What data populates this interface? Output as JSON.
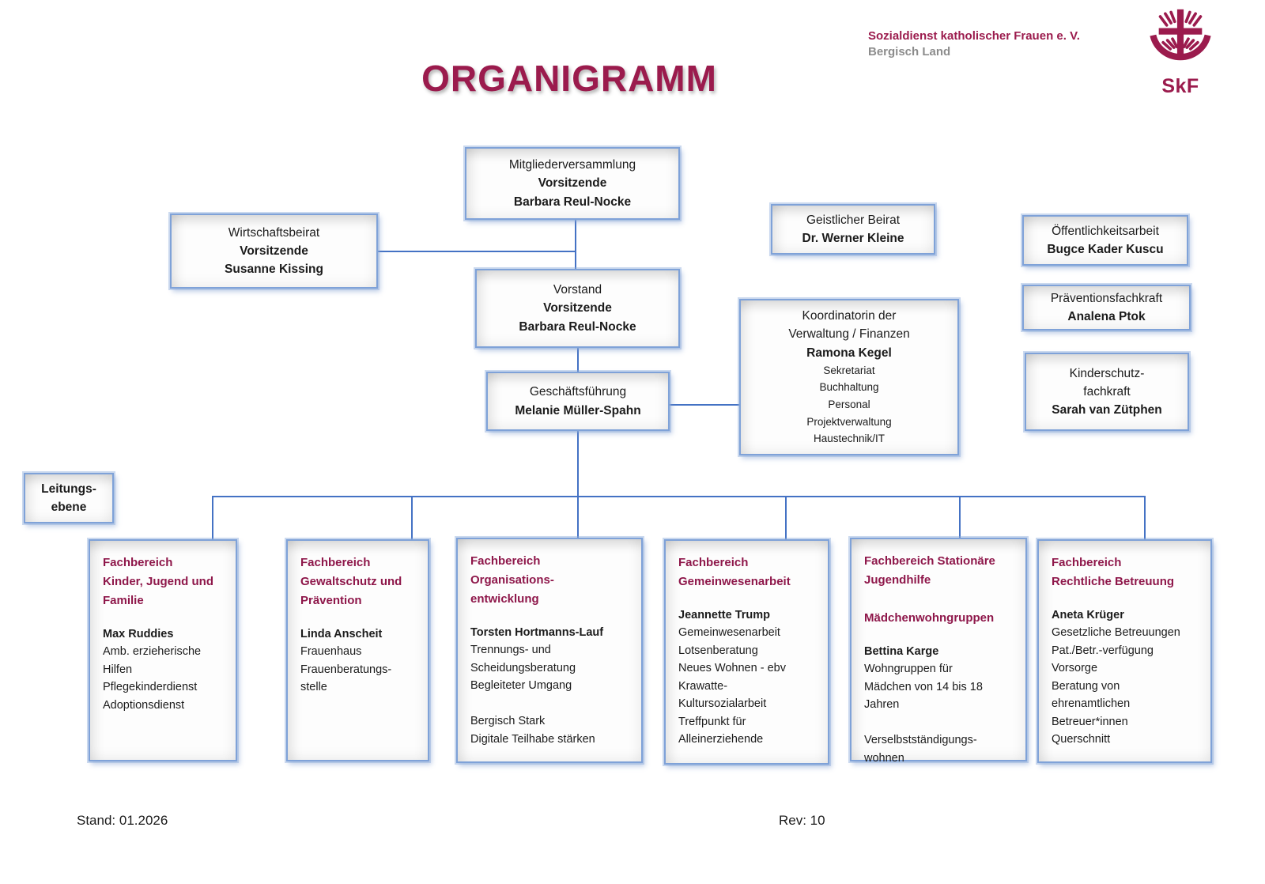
{
  "header": {
    "title": "ORGANIGRAMM",
    "org_name": "Sozialdienst katholischer Frauen e. V.",
    "org_location": "Bergisch Land",
    "logo_text": "SkF"
  },
  "colors": {
    "accent_maroon": "#9B1B4D",
    "dept_heading_maroon": "#8E174A",
    "connector_blue": "#4472C4",
    "box_border_blue": "#7FA2D8",
    "gray": "#8C8C8C"
  },
  "nodes": {
    "mitgliederversammlung": {
      "title": "Mitgliederversammlung",
      "bold": "Vorsitzende\nBarbara Reul-Nocke"
    },
    "wirtschaftsbeirat": {
      "title": "Wirtschaftsbeirat",
      "bold": "Vorsitzende\nSusanne Kissing"
    },
    "geistlicher_beirat": {
      "title": "Geistlicher Beirat",
      "bold": "Dr. Werner Kleine"
    },
    "oeffentlichkeitsarbeit": {
      "title": "Öffentlichkeitsarbeit",
      "bold": "Bugce Kader Kuscu"
    },
    "praeventionsfachkraft": {
      "title": "Präventionsfachkraft",
      "bold": "Analena Ptok"
    },
    "kinderschutzfachkraft": {
      "title": "Kinderschutz-\nfachkraft",
      "bold": "Sarah van Zütphen"
    },
    "vorstand": {
      "title": "Vorstand",
      "bold": "Vorsitzende\nBarbara Reul-Nocke"
    },
    "koordinatorin": {
      "title": "Koordinatorin der\nVerwaltung / Finanzen",
      "bold": "Ramona Kegel",
      "sub": "Sekretariat\nBuchhaltung\nPersonal\nProjektverwaltung\nHaustechnik/IT"
    },
    "geschaeftsfuehrung": {
      "title": "Geschäftsführung",
      "bold": "Melanie Müller-Spahn"
    },
    "leitungsebene": {
      "bold": "Leitungs-\nebene"
    }
  },
  "departments": [
    {
      "title": "Fachbereich\nKinder, Jugend und\nFamilie",
      "name": "Max Ruddies",
      "body": "Amb. erzieherische\nHilfen\nPflegekinderdienst\nAdoptionsdienst"
    },
    {
      "title": "Fachbereich\nGewaltschutz und\nPrävention",
      "name": "Linda Anscheit",
      "body": "Frauenhaus\nFrauenberatungs-\nstelle"
    },
    {
      "title": "Fachbereich\nOrganisations-\nentwicklung",
      "name": "Torsten Hortmanns-Lauf",
      "body": "Trennungs- und\nScheidungsberatung\nBegleiteter Umgang\n\nBergisch Stark\nDigitale Teilhabe stärken"
    },
    {
      "title": "Fachbereich\nGemeinwesenarbeit",
      "name": "Jeannette Trump",
      "body": "Gemeinwesenarbeit\nLotsenberatung\nNeues Wohnen - ebv\nKrawatte-\nKultursozialarbeit\nTreffpunkt für\nAlleinerziehende"
    },
    {
      "title": "Fachbereich Stationäre\nJugendhilfe\n\nMädchenwohngruppen",
      "name": "Bettina Karge",
      "body": "Wohngruppen für\nMädchen von 14 bis 18\nJahren\n\nVerselbstständigungs-\nwohnen"
    },
    {
      "title": "Fachbereich\nRechtliche Betreuung",
      "name": "Aneta Krüger",
      "body": "Gesetzliche Betreuungen\nPat./Betr.-verfügung\nVorsorge\nBeratung von\nehrenamtlichen\nBetreuer*innen\nQuerschnitt"
    }
  ],
  "footer": {
    "stand": "Stand: 01.2026",
    "rev": "Rev: 10"
  }
}
